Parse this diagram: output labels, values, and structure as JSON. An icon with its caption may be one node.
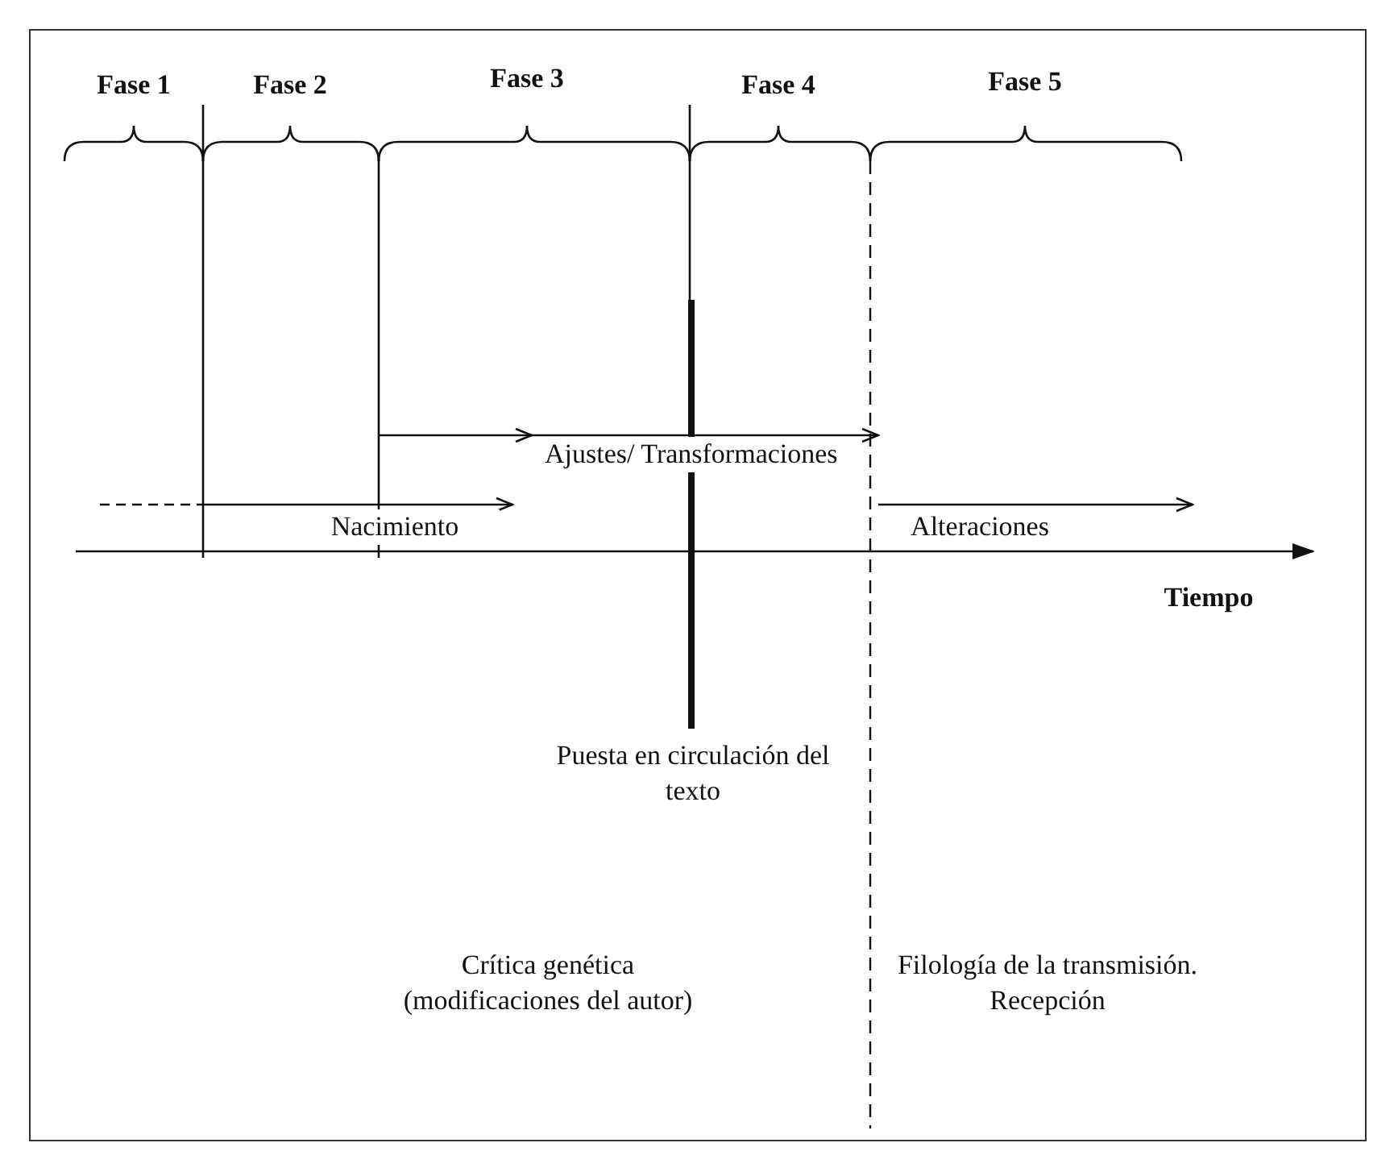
{
  "diagram": {
    "labels": [
      "Fase 1",
      "Fase 2",
      "Fase 3",
      "Fase 4",
      "Fase 5",
      "Ajustes/ Transformaciones",
      "Nacimiento",
      "Alteraciones",
      "Tiempo",
      "Puesta en circulación del texto",
      "Crítica genética (modificaciones del autor)",
      "Filología de la transmisión. Recepción"
    ]
  }
}
